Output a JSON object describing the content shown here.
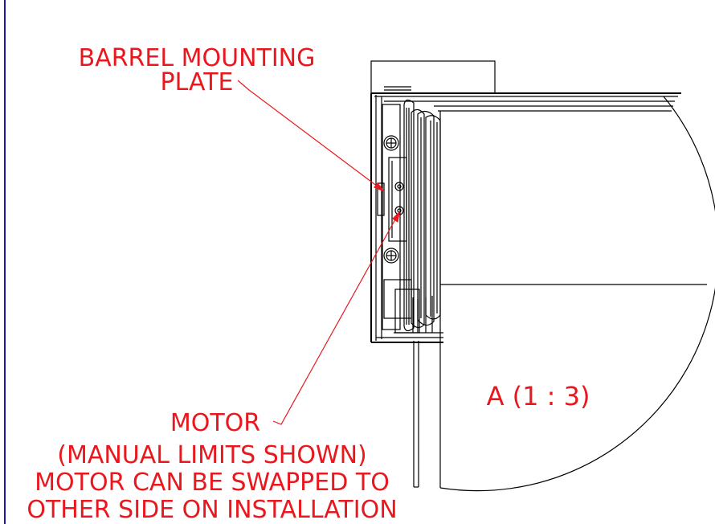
{
  "labels": {
    "barrel_line1": "BARREL MOUNTING",
    "barrel_line2": "PLATE",
    "motor_line1": "MOTOR",
    "motor_line2": "(MANUAL LIMITS SHOWN)",
    "motor_line3": "MOTOR CAN BE SWAPPED TO",
    "motor_line4": "OTHER SIDE ON INSTALLATION",
    "view_label": "A  (1 : 3)"
  },
  "colors": {
    "annotation": "#e8181e",
    "linework": "#000000",
    "frame": "#1a1aa8"
  }
}
